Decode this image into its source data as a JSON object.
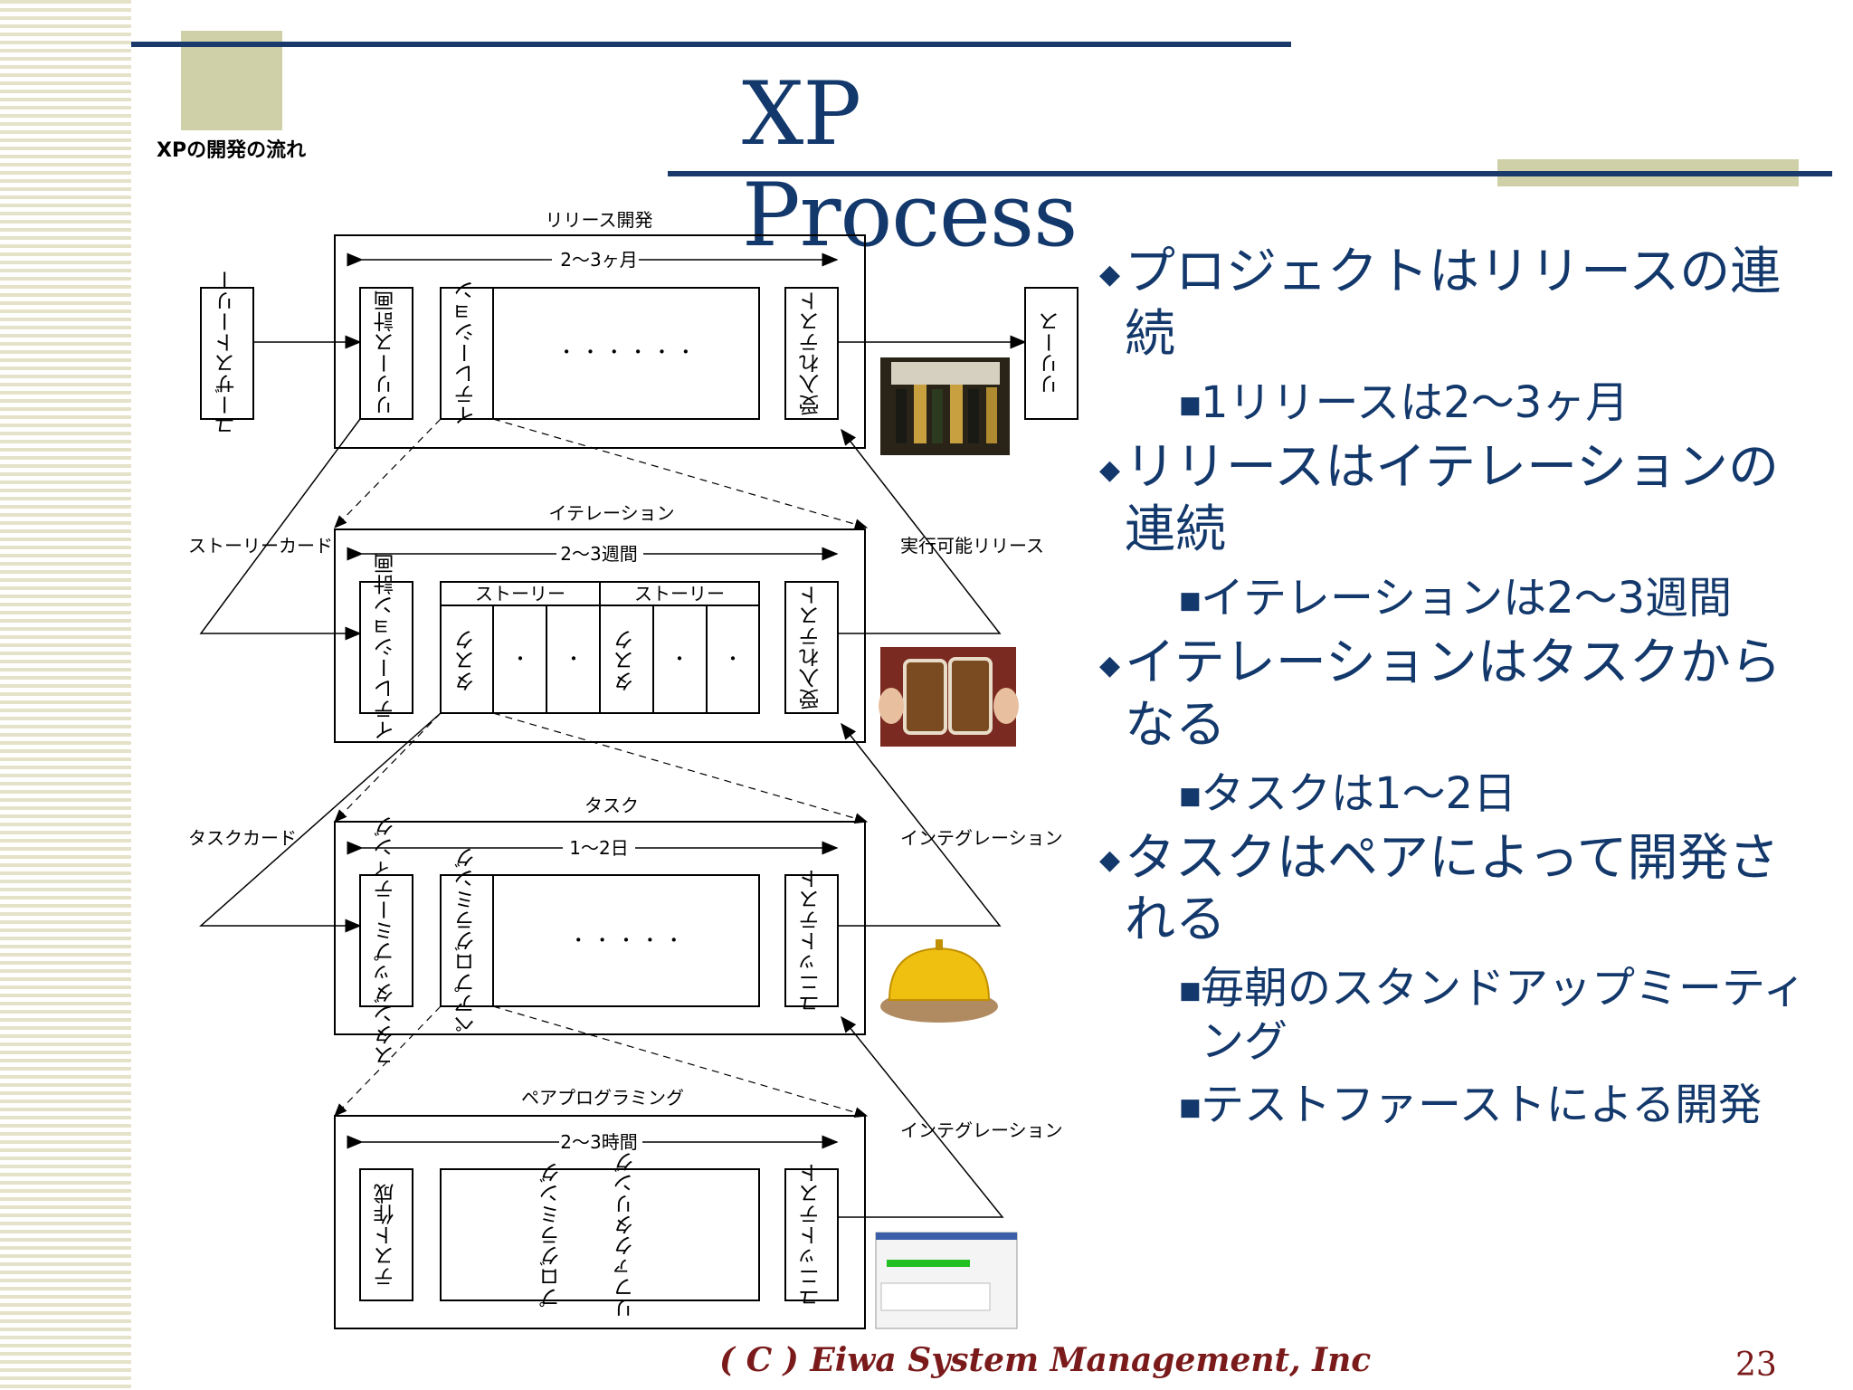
{
  "slide": {
    "title": "XP Process",
    "subtitle": "XPの開発の流れ",
    "footer": "( C ) Eiwa System Management, Inc",
    "page_number": "23"
  },
  "diagram": {
    "release_box": {
      "header": "リリース開発",
      "duration": "2～3ヶ月",
      "left_input": "ユーザストーリー",
      "cells": [
        "リリース計画",
        "イテレーション",
        "・ ・ ・ ・ ・ ・",
        "受入れテスト"
      ],
      "output": "リリース"
    },
    "iteration_box": {
      "header": "イテレーション",
      "duration": "2～3週間",
      "left_label": "ストーリーカード",
      "right_label": "実行可能リリース",
      "plan": "イテレーション計画",
      "story1": "ストーリー",
      "story2": "ストーリー",
      "task": "タスク",
      "dot": "・",
      "test": "受入れテスト"
    },
    "task_box": {
      "header": "タスク",
      "duration": "1～2日",
      "left_label": "タスクカード",
      "right_label": "インテグレーション",
      "standup": "スタンダップミーティング",
      "pair": "ペアプログラミング",
      "dots": "・ ・ ・ ・ ・",
      "unit_test": "ユニットテスト"
    },
    "pair_box": {
      "header": "ペアプログラミング",
      "duration": "2～3時間",
      "right_label": "インテグレーション",
      "test_write": "テスト作成",
      "refactoring": "リファクタリング",
      "programming": "プログラミング",
      "unit_test": "ユニットテスト"
    },
    "images": [
      "champagne-photo",
      "beer-mugs-photo",
      "service-bell-photo",
      "test-runner-screenshot"
    ]
  },
  "bullets": [
    {
      "text": "プロジェクトはリリースの連続",
      "sub": [
        "1リリースは2～3ヶ月"
      ]
    },
    {
      "text": "リリースはイテレーションの連続",
      "sub": [
        "イテレーションは2～3週間"
      ]
    },
    {
      "text": "イテレーションはタスクからなる",
      "sub": [
        "タスクは1～2日"
      ]
    },
    {
      "text": "タスクはペアによって開発される",
      "sub": [
        "毎朝のスタンドアップミーティング",
        "テストファーストによる開発"
      ]
    }
  ],
  "colors": {
    "title": "#13386b",
    "accent_bar": "#1a3a6c",
    "deco": "#c8c8a0",
    "footer": "#7a1a1a"
  }
}
